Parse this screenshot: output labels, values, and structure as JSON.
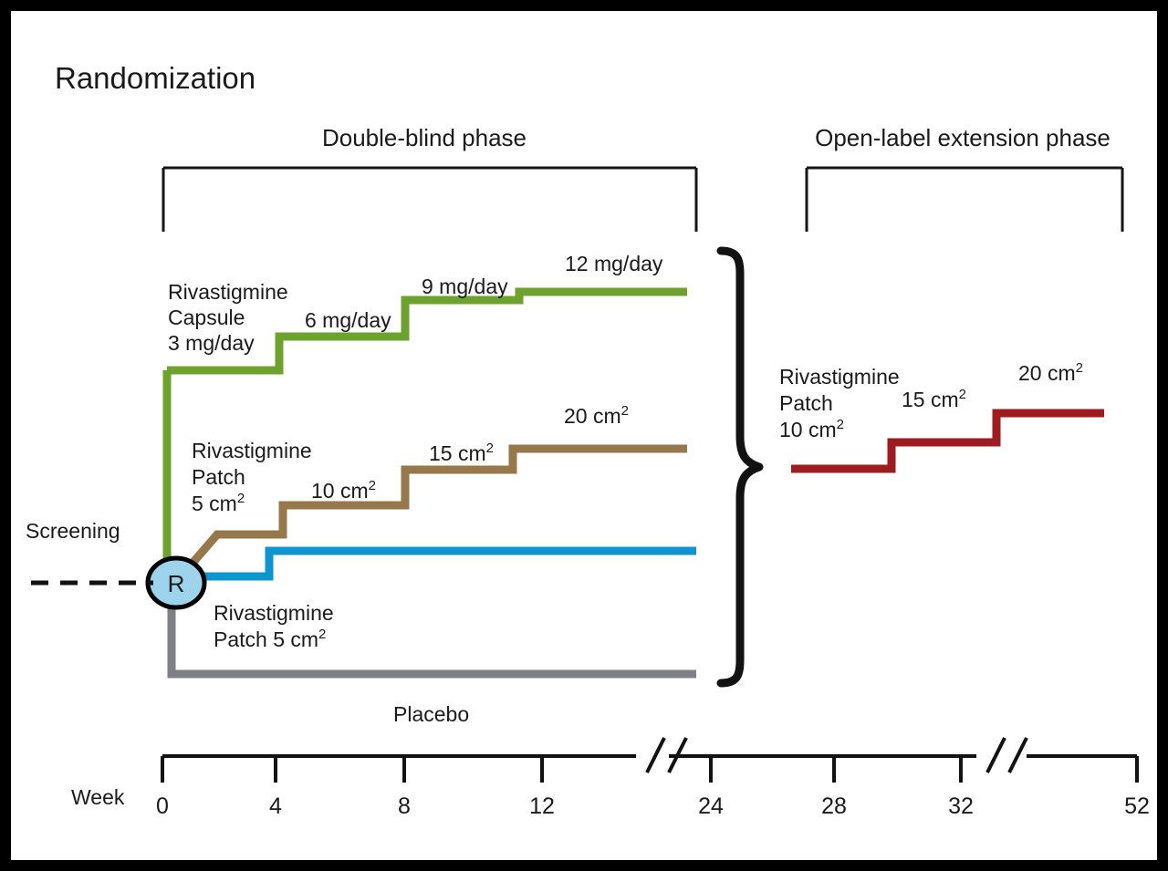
{
  "figure": {
    "title": "Randomization",
    "background": "#ffffff",
    "border_color": "#000000"
  },
  "phases": [
    {
      "id": "double-blind",
      "label": "Double-blind phase"
    },
    {
      "id": "open-label",
      "label": "Open-label extension phase"
    }
  ],
  "screening": {
    "label": "Screening"
  },
  "randomization_node": {
    "label": "R",
    "fill": "#9ED3EC",
    "stroke": "#000000"
  },
  "axis": {
    "title": "Week",
    "ticks": [
      "0",
      "4",
      "8",
      "12",
      "24",
      "28",
      "32",
      "52"
    ],
    "breaks": 2
  },
  "arms": [
    {
      "id": "capsule",
      "name": "Rivastigmine Capsule",
      "label_lines": [
        "Rivastigmine",
        "Capsule",
        "3 mg/day"
      ],
      "color": "#6EA22E",
      "unit": "mg/day",
      "steps": [
        {
          "value": "3",
          "label": "3 mg/day",
          "start_week": 0,
          "end_week": 4
        },
        {
          "value": "6",
          "label": "6 mg/day",
          "start_week": 4,
          "end_week": 8
        },
        {
          "value": "9",
          "label": "9 mg/day",
          "start_week": 8,
          "end_week": 11.5
        },
        {
          "value": "12",
          "label": "12 mg/day",
          "start_week": 11.5,
          "end_week": 23
        }
      ],
      "step_labels": [
        "6 mg/day",
        "9 mg/day",
        "12 mg/day"
      ]
    },
    {
      "id": "patch-titration",
      "name": "Rivastigmine Patch",
      "label_lines": [
        "Rivastigmine",
        "Patch",
        "5 cm"
      ],
      "label_sup": "2",
      "color": "#96784A",
      "unit": "cm2",
      "steps": [
        {
          "value": "5",
          "label": "5 cm",
          "sup": "2",
          "start_week": 1,
          "end_week": 4
        },
        {
          "value": "10",
          "label": "10 cm",
          "sup": "2",
          "start_week": 4,
          "end_week": 8
        },
        {
          "value": "15",
          "label": "15 cm",
          "sup": "2",
          "start_week": 8,
          "end_week": 11.5
        },
        {
          "value": "20",
          "label": "20 cm",
          "sup": "2",
          "start_week": 11.5,
          "end_week": 23
        }
      ],
      "step_labels": [
        "10 cm",
        "15 cm",
        "20 cm"
      ]
    },
    {
      "id": "patch-fixed",
      "name": "Rivastigmine Patch 5 cm2",
      "label_lines": [
        "Rivastigmine",
        "Patch 5 cm"
      ],
      "label_sup": "2",
      "color": "#0E95D0",
      "unit": "cm2"
    },
    {
      "id": "placebo",
      "name": "Placebo",
      "label_lines": [
        "Placebo"
      ],
      "color": "#7D8185"
    },
    {
      "id": "open-label-patch",
      "name": "Rivastigmine Patch 10 cm2",
      "label_lines": [
        "Rivastigmine",
        "Patch",
        "10 cm"
      ],
      "label_sup": "2",
      "color": "#9E1B20",
      "unit": "cm2",
      "steps": [
        {
          "value": "10",
          "label": "10 cm",
          "sup": "2",
          "start_week": 24,
          "end_week": 30
        },
        {
          "value": "15",
          "label": "15 cm",
          "sup": "2",
          "start_week": 30,
          "end_week": 34
        },
        {
          "value": "20",
          "label": "20 cm",
          "sup": "2",
          "start_week": 34,
          "end_week": 50
        }
      ],
      "step_labels": [
        "15 cm",
        "20 cm"
      ]
    }
  ],
  "chart_data": {
    "type": "line",
    "title": "Randomization",
    "xlabel": "Week",
    "ylabel": "",
    "x_ticks": [
      0,
      4,
      8,
      12,
      24,
      28,
      32,
      52
    ],
    "axis_breaks": [
      [
        13,
        24
      ],
      [
        33,
        52
      ]
    ],
    "series": [
      {
        "name": "Rivastigmine Capsule",
        "color": "#6EA22E",
        "unit": "mg/day",
        "step_points": [
          [
            0,
            3
          ],
          [
            4,
            3
          ],
          [
            4,
            6
          ],
          [
            8,
            6
          ],
          [
            8,
            9
          ],
          [
            11.5,
            9
          ],
          [
            11.5,
            12
          ],
          [
            23,
            12
          ]
        ]
      },
      {
        "name": "Rivastigmine Patch (titrated)",
        "color": "#96784A",
        "unit": "cm2",
        "step_points": [
          [
            0,
            0
          ],
          [
            1,
            5
          ],
          [
            4,
            5
          ],
          [
            4,
            10
          ],
          [
            8,
            10
          ],
          [
            8,
            15
          ],
          [
            11.5,
            15
          ],
          [
            11.5,
            20
          ],
          [
            23,
            20
          ]
        ]
      },
      {
        "name": "Rivastigmine Patch 5 cm2",
        "color": "#0E95D0",
        "unit": "cm2",
        "step_points": [
          [
            0,
            0
          ],
          [
            4,
            0
          ],
          [
            4,
            5
          ],
          [
            23,
            5
          ]
        ]
      },
      {
        "name": "Placebo",
        "color": "#7D8185",
        "unit": "",
        "step_points": [
          [
            0,
            0
          ],
          [
            23,
            0
          ]
        ]
      },
      {
        "name": "Rivastigmine Patch (open-label)",
        "color": "#9E1B20",
        "unit": "cm2",
        "step_points": [
          [
            24,
            10
          ],
          [
            30,
            10
          ],
          [
            30,
            15
          ],
          [
            34,
            15
          ],
          [
            34,
            20
          ],
          [
            50,
            20
          ]
        ]
      }
    ],
    "legend": "inline-annotations",
    "grid": false
  }
}
